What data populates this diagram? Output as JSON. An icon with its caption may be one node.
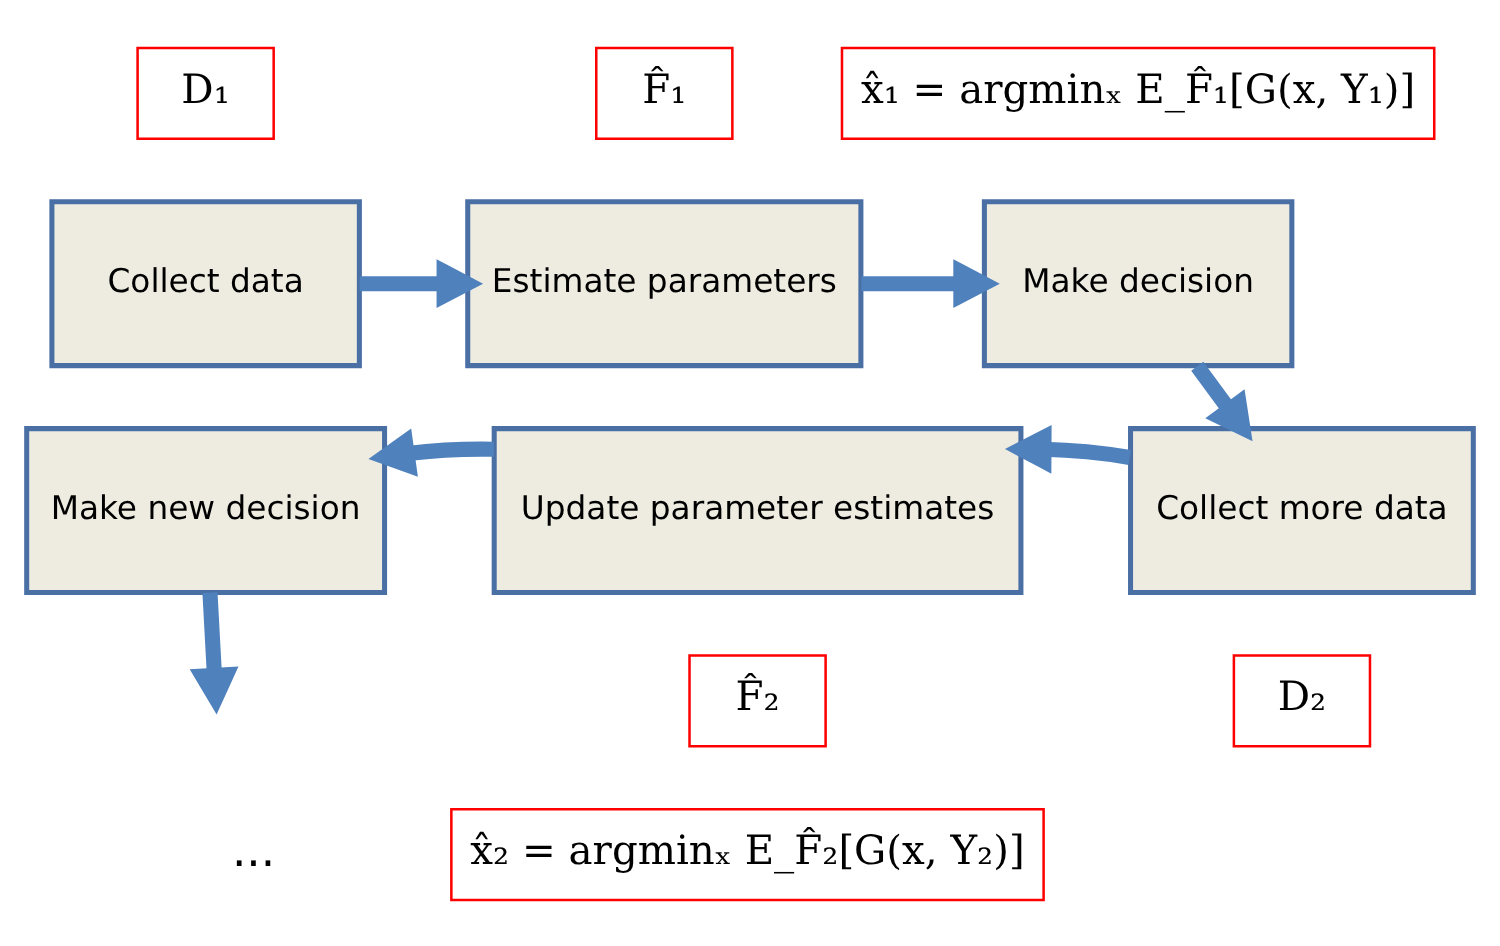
{
  "diagram": {
    "nodes": [
      {
        "text": [
          "D₁"
        ]
      },
      {
        "text": [
          "F̂₁"
        ]
      },
      {
        "text": [
          "x̂₁ = argminₓ E_F̂₁[G(x, Y₁)]"
        ]
      },
      {
        "text": [
          "Collect data"
        ]
      },
      {
        "text": [
          "Estimate parameters"
        ]
      },
      {
        "text": [
          "Make decision"
        ]
      },
      {
        "text": [
          "Make new decision"
        ]
      },
      {
        "text": [
          "Update parameter estimates"
        ]
      },
      {
        "text": [
          "Collect more data"
        ]
      },
      {
        "text": [
          "F̂₂"
        ]
      },
      {
        "text": [
          "D₂"
        ]
      },
      {
        "text": [
          "x̂₂ = argminₓ E_F̂₂[G(x, Y₂)]"
        ]
      }
    ],
    "edges": [
      {
        "from": 3,
        "to": 4,
        "arrow": "to"
      },
      {
        "from": 4,
        "to": 5,
        "arrow": "to"
      },
      {
        "from": 5,
        "to": 8,
        "arrow": "to"
      },
      {
        "from": 8,
        "to": 7,
        "arrow": "to"
      },
      {
        "from": 7,
        "to": 6,
        "arrow": "to"
      },
      {
        "from": 6,
        "to": null,
        "arrow": "to"
      }
    ],
    "labels": [
      "..."
    ]
  }
}
